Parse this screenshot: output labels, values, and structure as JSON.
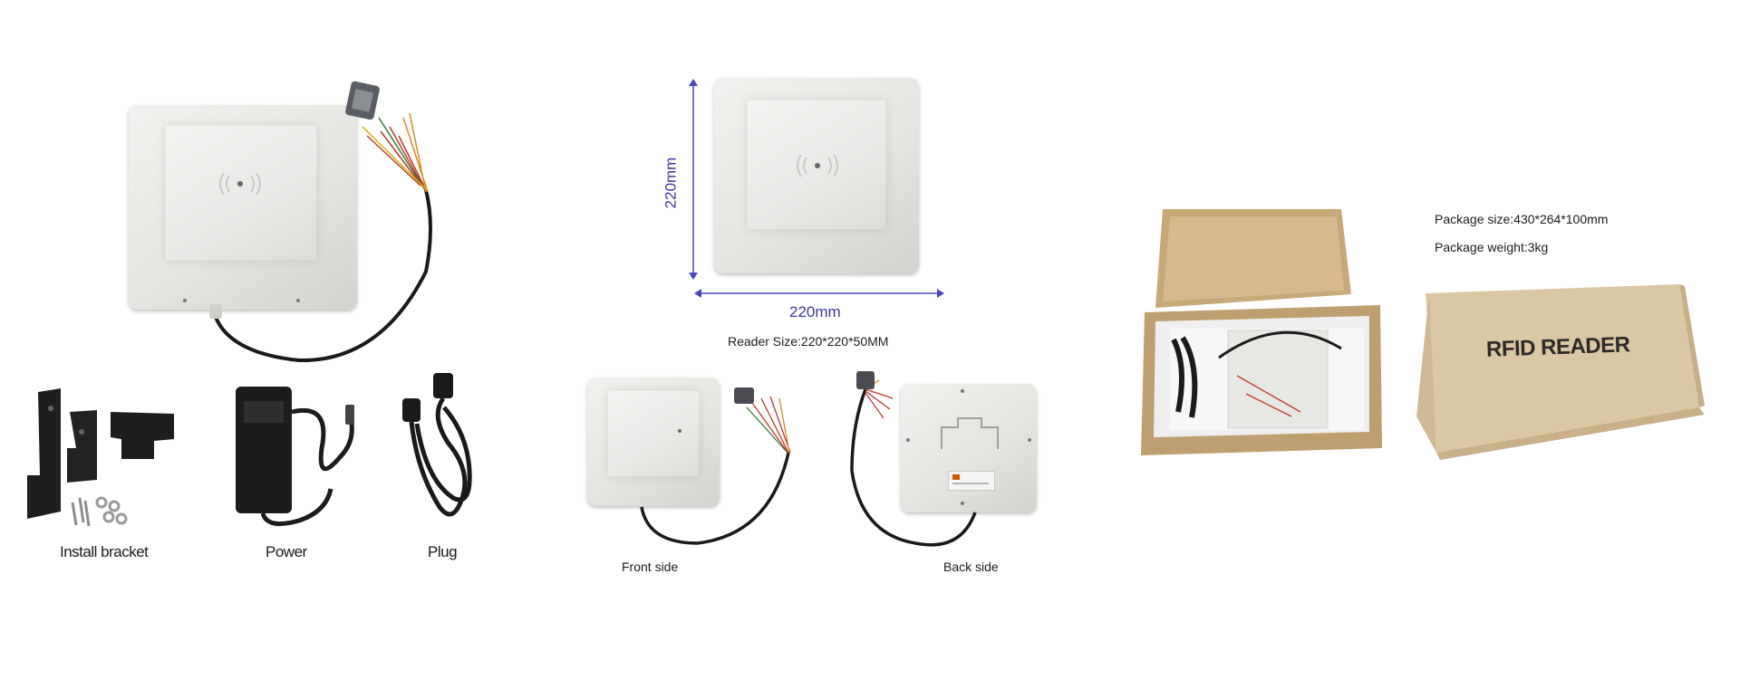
{
  "left_panel": {
    "accessories": {
      "bracket_label": "Install bracket",
      "power_label": "Power",
      "plug_label": "Plug"
    }
  },
  "middle_panel": {
    "dimension_height": "220mm",
    "dimension_width": "220mm",
    "reader_size": "Reader Size:220*220*50MM",
    "front_label": "Front side",
    "back_label": "Back side"
  },
  "right_panel": {
    "package_size": "Package size:430*264*100mm",
    "package_weight": "Package weight:3kg",
    "box_print": "RFID READER"
  },
  "colors": {
    "dimension_line": "#4b46c4",
    "reader_body": "#e6e7e3",
    "cardboard": "#d9c4a2"
  }
}
